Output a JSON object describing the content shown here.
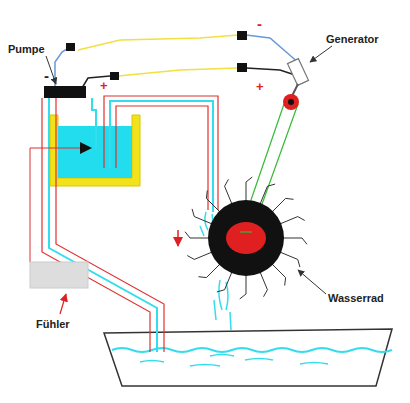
{
  "diagram": {
    "labels": [
      "Pumpe",
      "-",
      "Generator",
      "-",
      "+",
      "+",
      "Wasserrad",
      "Fühler"
    ]
  }
}
